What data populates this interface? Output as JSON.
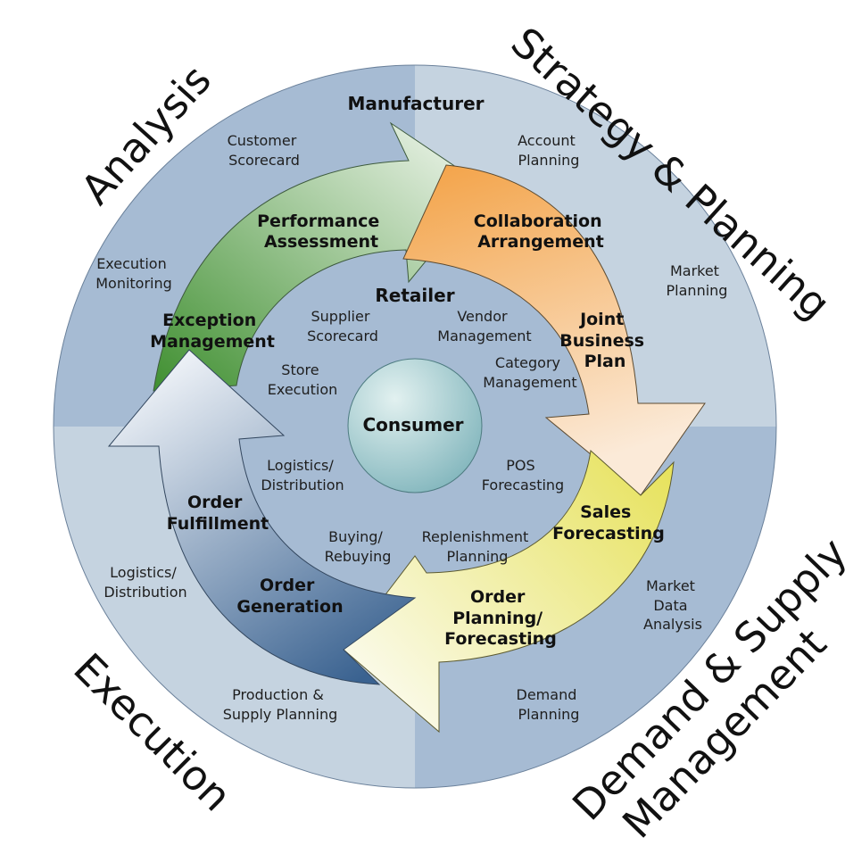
{
  "corners": {
    "analysis": "Analysis",
    "strategy": "Strategy & Planning",
    "execution": "Execution",
    "demand_line1": "Demand & Supply",
    "demand_line2": "Management"
  },
  "manufacturer": "Manufacturer",
  "retailer": "Retailer",
  "consumer": "Consumer",
  "outer_labels": {
    "customer_scorecard": [
      "Customer",
      "Scorecard"
    ],
    "account_planning": [
      "Account",
      "Planning"
    ],
    "market_planning": [
      "Market",
      "Planning"
    ],
    "execution_monitoring": [
      "Execution",
      "Monitoring"
    ],
    "logistics_distribution": [
      "Logistics/",
      "Distribution"
    ],
    "market_data_analysis": [
      "Market",
      "Data",
      "Analysis"
    ],
    "production_supply_planning": [
      "Production &",
      "Supply Planning"
    ],
    "demand_planning": [
      "Demand",
      "Planning"
    ]
  },
  "inner_labels": {
    "supplier_scorecard": [
      "Supplier",
      "Scorecard"
    ],
    "vendor_management": [
      "Vendor",
      "Management"
    ],
    "store_execution": [
      "Store",
      "Execution"
    ],
    "category_management": [
      "Category",
      "Management"
    ],
    "logistics_distribution": [
      "Logistics/",
      "Distribution"
    ],
    "pos_forecasting": [
      "POS",
      "Forecasting"
    ],
    "buying_rebuying": [
      "Buying/",
      "Rebuying"
    ],
    "replenishment_planning": [
      "Replenishment",
      "Planning"
    ]
  },
  "arrow_labels": {
    "performance_assessment": [
      "Performance",
      "Assessment"
    ],
    "collaboration_arrangement": [
      "Collaboration",
      "Arrangement"
    ],
    "exception_management": [
      "Exception",
      "Management"
    ],
    "joint_business_plan": [
      "Joint",
      "Business",
      "Plan"
    ],
    "order_fulfillment": [
      "Order",
      "Fulfillment"
    ],
    "sales_forecasting": [
      "Sales",
      "Forecasting"
    ],
    "order_generation": [
      "Order",
      "Generation"
    ],
    "order_planning_forecasting": [
      "Order",
      "Planning/",
      "Forecasting"
    ]
  },
  "colors": {
    "quadrant_dark": "#a3b8d1",
    "quadrant_light": "#c4d2df",
    "green_arrow": "#4e9a3c",
    "orange_arrow": "#f2a54a",
    "yellow_arrow": "#e8e35a",
    "blue_arrow": "#3f6694",
    "consumer_circle": "#8fbfc4"
  }
}
